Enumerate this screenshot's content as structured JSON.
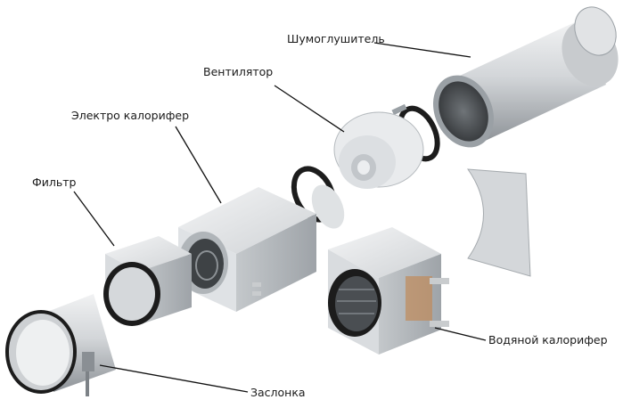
{
  "labels": {
    "silencer": "Шумоглушитель",
    "fan": "Вентилятор",
    "electric_heater": "Электро калорифер",
    "filter": "Фильтр",
    "water_heater": "Водяной калорифер",
    "damper": "Заслонка"
  },
  "colors": {
    "metal_light": "#e6e8ea",
    "metal_mid": "#b9bdc1",
    "metal_dark": "#7d8287",
    "rubber": "#1c1c1c",
    "leader_line": "#111111"
  }
}
